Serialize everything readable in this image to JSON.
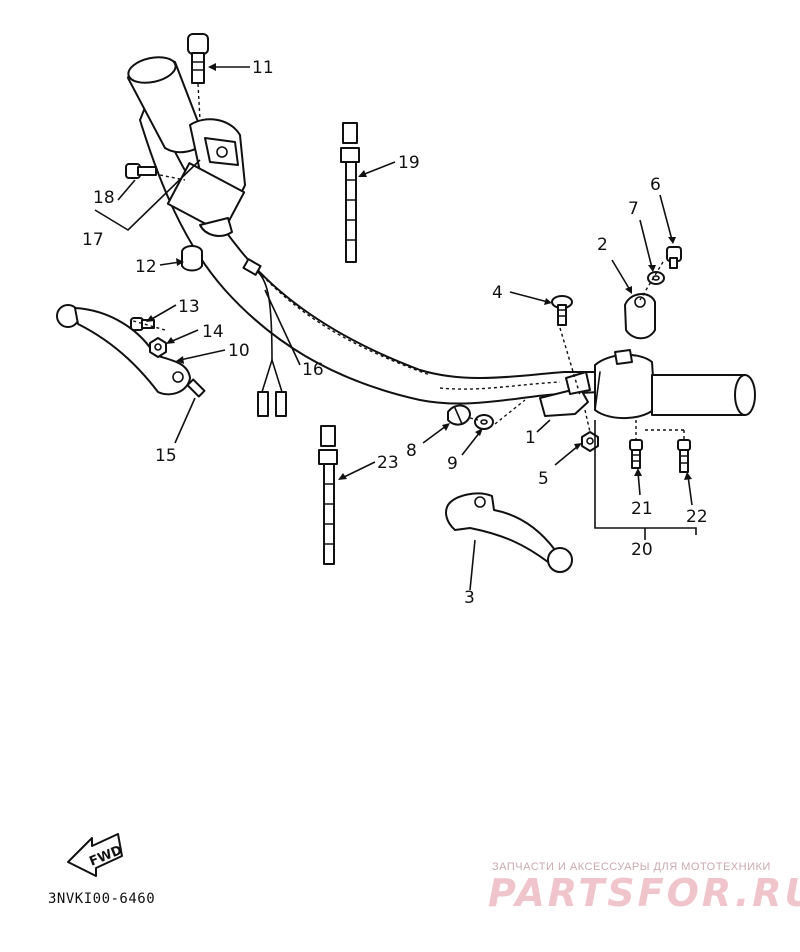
{
  "callouts": {
    "c1": "1",
    "c2": "2",
    "c3": "3",
    "c4": "4",
    "c5": "5",
    "c6": "6",
    "c7": "7",
    "c8": "8",
    "c9": "9",
    "c10": "10",
    "c11": "11",
    "c12": "12",
    "c13": "13",
    "c14": "14",
    "c15": "15",
    "c16": "16",
    "c17": "17",
    "c18": "18",
    "c19": "19",
    "c20": "20",
    "c21": "21",
    "c22": "22",
    "c23": "23"
  },
  "direction_badge": "FWD",
  "drawing_code": "3NVKI00-6460",
  "watermark": {
    "tagline": "ЗАПЧАСТИ И АКСЕССУАРЫ ДЛЯ МОТОТЕХНИКИ",
    "brand": "PARTSFOR.RU"
  }
}
